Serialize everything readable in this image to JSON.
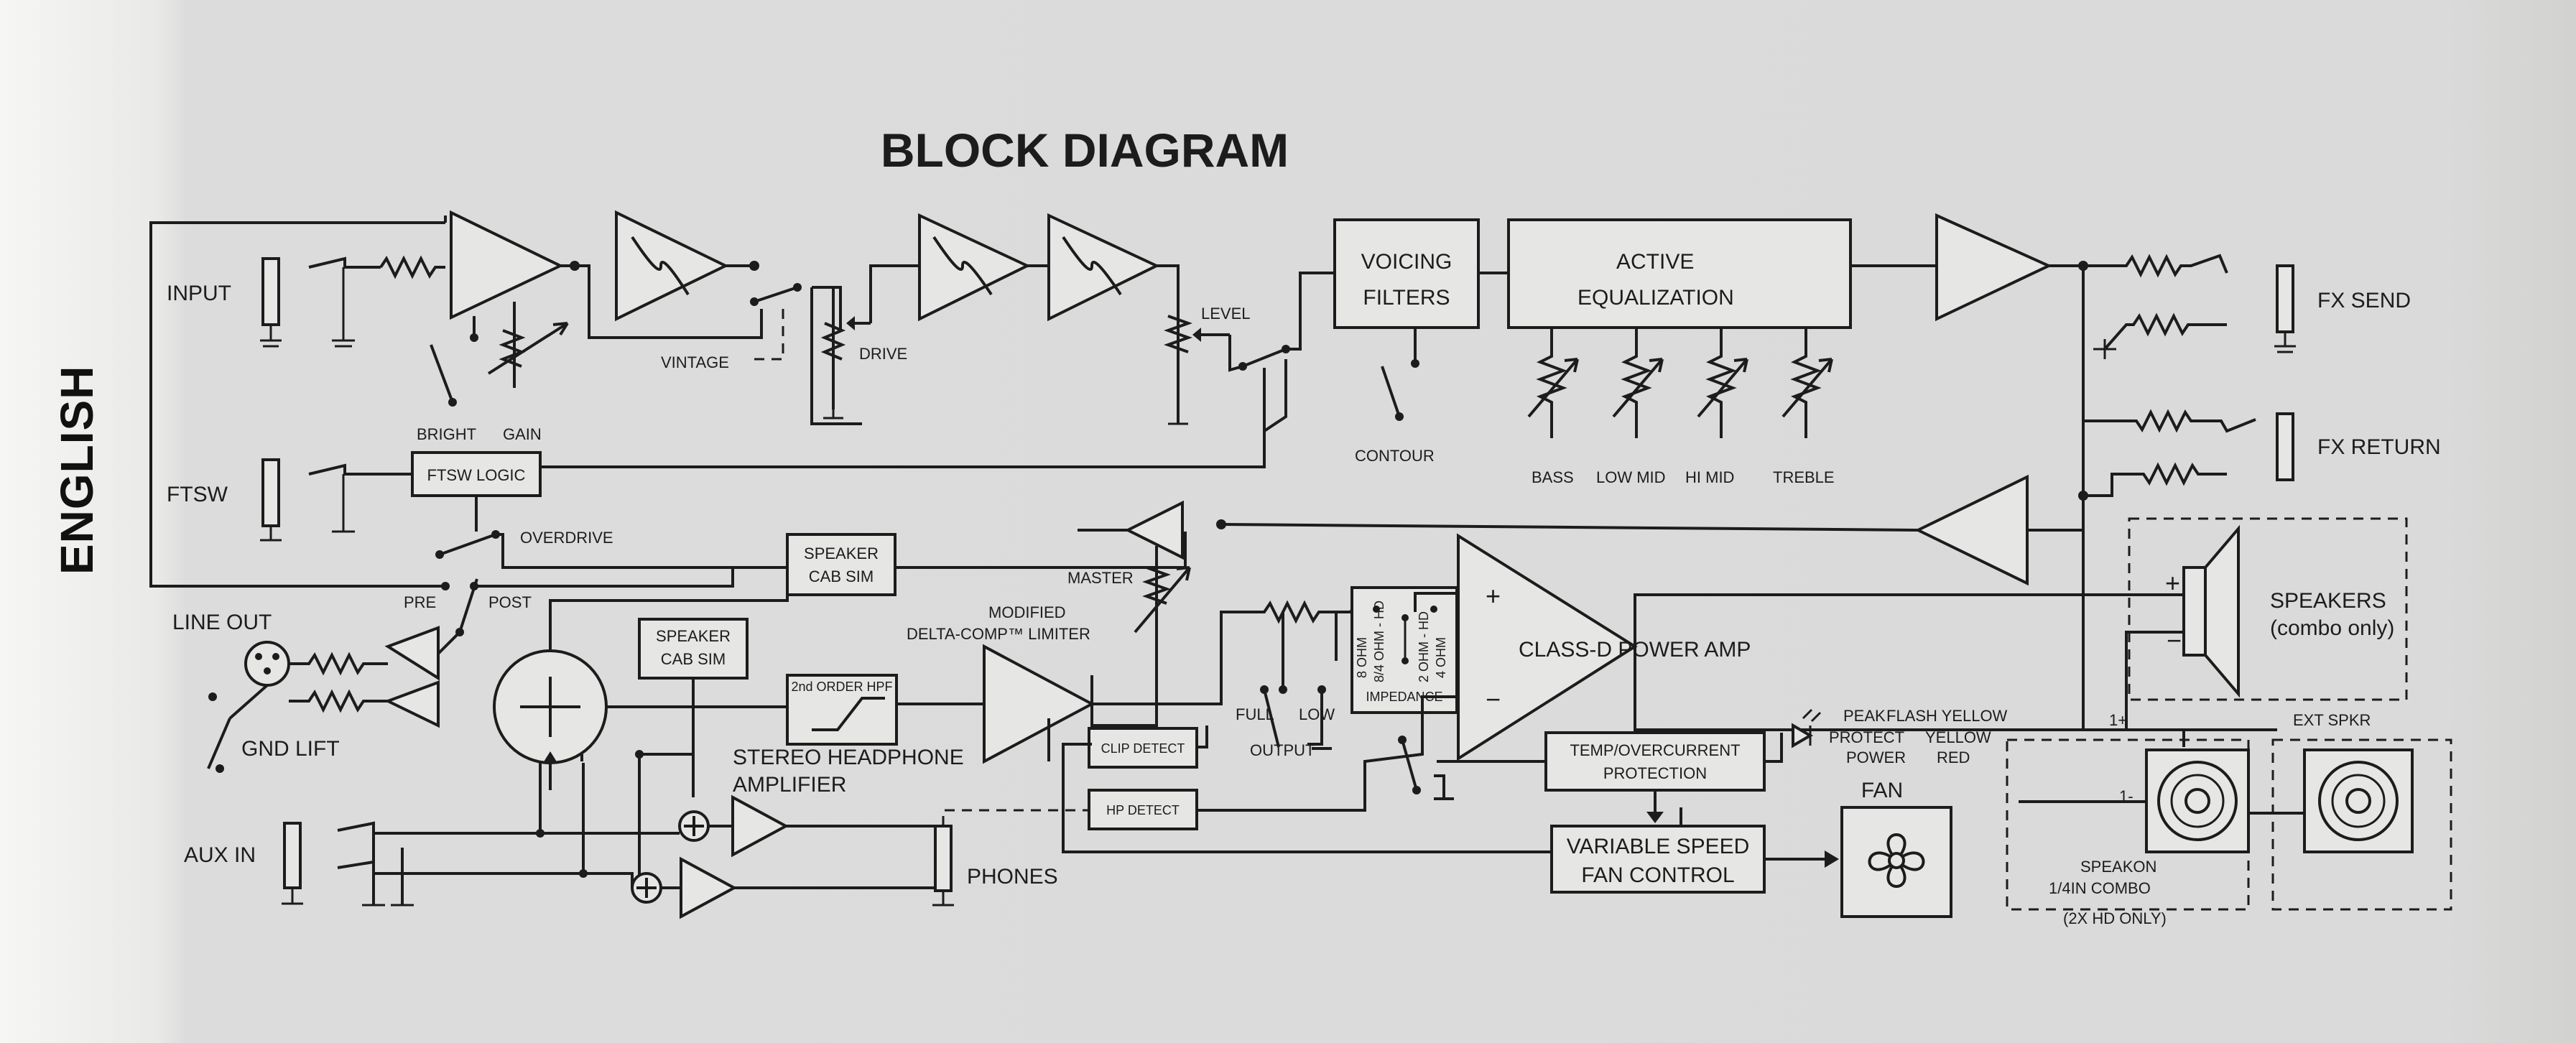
{
  "title": "BLOCK DIAGRAM",
  "side_label": "ENGLISH",
  "labels": {
    "input": "INPUT",
    "ftsw": "FTSW",
    "ftsw_logic": "FTSW LOGIC",
    "overdrive": "OVERDRIVE",
    "bright": "BRIGHT",
    "gain": "GAIN",
    "vintage": "VINTAGE",
    "drive": "DRIVE",
    "level": "LEVEL",
    "voicing_filters": [
      "VOICING",
      "FILTERS"
    ],
    "contour": "CONTOUR",
    "active_eq": [
      "ACTIVE",
      "EQUALIZATION"
    ],
    "bass": "BASS",
    "low_mid": "LOW MID",
    "hi_mid": "HI MID",
    "treble": "TREBLE",
    "fx_send": "FX SEND",
    "fx_return": "FX RETURN",
    "line_out": "LINE OUT",
    "gnd_lift": "GND LIFT",
    "pre": "PRE",
    "post": "POST",
    "speaker_cab_sim": [
      "SPEAKER",
      "CAB SIM"
    ],
    "master": "MASTER",
    "modified_limiter": [
      "MODIFIED",
      "DELTA-COMP™ LIMITER"
    ],
    "second_order_hpf": "2nd ORDER HPF",
    "clip_detect": "CLIP DETECT",
    "hp_detect": "HP DETECT",
    "stereo_headphone_amp": [
      "STEREO HEADPHONE",
      "AMPLIFIER"
    ],
    "aux_in": "AUX IN",
    "phones": "PHONES",
    "full": "FULL",
    "low": "LOW",
    "output": "OUTPUT",
    "impedance": "IMPEDANCE",
    "imp_opt1": "8 OHM",
    "imp_opt2": "8/4 OHM - HD",
    "imp_opt3": "2 OHM - HD",
    "imp_opt4": "4 OHM",
    "class_d": "CLASS-D POWER AMP",
    "plus": "+",
    "minus": "−",
    "temp_protection": [
      "TEMP/OVERCURRENT",
      "PROTECTION"
    ],
    "variable_speed_fan": [
      "VARIABLE SPEED",
      "FAN CONTROL"
    ],
    "fan": "FAN",
    "peak": "PEAK",
    "protect": "PROTECT",
    "power": "POWER",
    "flash_yellow": "FLASH YELLOW",
    "yellow": "YELLOW",
    "red": "RED",
    "speakers": [
      "SPEAKERS",
      "(combo only)"
    ],
    "ext_spkr": "EXT SPKR",
    "speakon_combo": [
      "SPEAKON",
      "1/4IN COMBO"
    ],
    "two_x_hd_only": "(2X HD ONLY)",
    "one_plus": "1+",
    "one_minus": "1-",
    "spk_plus": "+",
    "spk_minus": "−"
  },
  "colors": {
    "ink": "#1c1c1c",
    "paper": "#dadada",
    "fill": "#e6e6e4"
  }
}
